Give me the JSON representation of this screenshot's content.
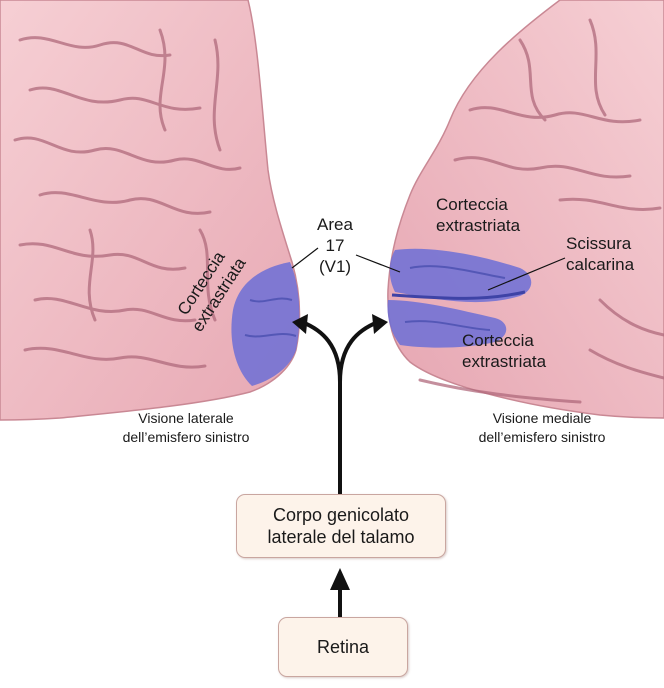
{
  "labels": {
    "area_line1": "Area",
    "area_line2": "17",
    "area_line3": "(V1)",
    "left_extrastriate_line1": "Corteccia",
    "left_extrastriate_line2": "extrastriata",
    "right_upper_extrastriate_line1": "Corteccia",
    "right_upper_extrastriate_line2": "extrastriata",
    "right_lower_extrastriate_line1": "Corteccia",
    "right_lower_extrastriate_line2": "extrastriata",
    "calcarine_line1": "Scissura",
    "calcarine_line2": "calcarina",
    "lateral_view_line1": "Visione laterale",
    "lateral_view_line2": "dell’emisfero sinistro",
    "medial_view_line1": "Visione mediale",
    "medial_view_line2": "dell’emisfero sinistro"
  },
  "boxes": {
    "lgn_line1": "Corpo genicolato",
    "lgn_line2": "laterale del talamo",
    "retina": "Retina"
  },
  "colors": {
    "brain_pink": "#f0bcc4",
    "sulcus": "#b06a7c",
    "v1_blue": "#6c6fd6",
    "arrow": "#111111"
  }
}
